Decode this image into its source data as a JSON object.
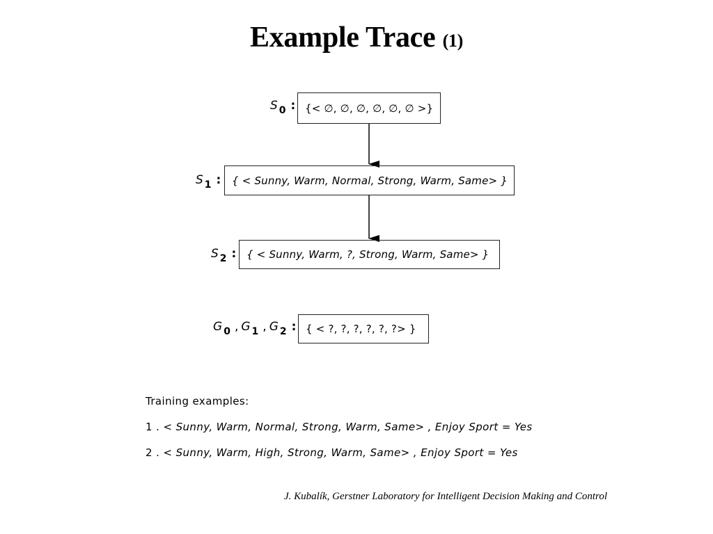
{
  "slide": {
    "title": "Example Trace",
    "title_sub": "(1)"
  },
  "diagram": {
    "s0": {
      "symbol": "S",
      "index": "0",
      "colon": ":",
      "content": "{< ∅, ∅, ∅, ∅, ∅, ∅ >}"
    },
    "s1": {
      "symbol": "S",
      "index": "1",
      "colon": ":",
      "content": "{ < Sunny, Warm, Normal, Strong, Warm, Same> }"
    },
    "s2": {
      "symbol": "S",
      "index": "2",
      "colon": ":",
      "content": "{ < Sunny, Warm, ?, Strong, Warm, Same> }"
    },
    "g": {
      "g0_symbol": "G",
      "g0_index": "0",
      "g1_symbol": "G",
      "g1_index": "1",
      "g2_symbol": "G",
      "g2_index": "2",
      "separator": ",",
      "colon": ":",
      "content": "{ < ?, ?, ?, ?, ?, ?> }"
    }
  },
  "training": {
    "heading": "Training examples:",
    "examples": [
      {
        "number": "1 .",
        "text": "< Sunny, Warm, Normal, Strong, Warm, Same> , Enjoy Sport = Yes"
      },
      {
        "number": "2 .",
        "text": "< Sunny, Warm, High, Strong, Warm, Same> , Enjoy Sport = Yes"
      }
    ]
  },
  "footer": {
    "credit": "J. Kubalík, Gerstner Laboratory for Intelligent Decision Making and Control"
  }
}
